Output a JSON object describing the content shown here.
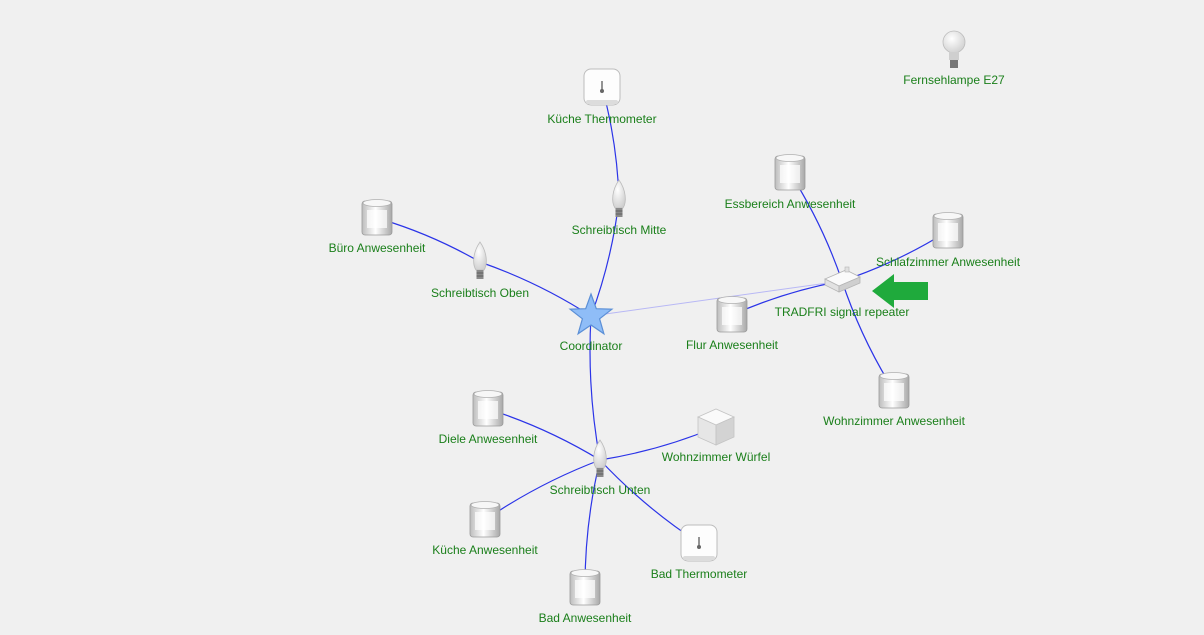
{
  "colors": {
    "background": "#f0f0f0",
    "link": "#2b34e8",
    "link_weak": "#b8b8f5",
    "label": "#1a7f1a",
    "coordinator": "#8fbdf7",
    "arrow": "#1faa3c"
  },
  "nodes": [
    {
      "id": "coordinator",
      "label": "Coordinator",
      "icon": "star-icon"
    },
    {
      "id": "kuche-thermometer",
      "label": "Küche Thermometer",
      "icon": "thermometer-sensor-icon"
    },
    {
      "id": "schreibtisch-mitte",
      "label": "Schreibtisch Mitte",
      "icon": "candle-bulb-icon"
    },
    {
      "id": "buro-anwesenheit",
      "label": "Büro Anwesenheit",
      "icon": "motion-sensor-icon"
    },
    {
      "id": "schreibtisch-oben",
      "label": "Schreibtisch Oben",
      "icon": "candle-bulb-icon"
    },
    {
      "id": "fernsehlampe",
      "label": "Fernsehlampe E27",
      "icon": "light-bulb-icon"
    },
    {
      "id": "essbereich-anwesenheit",
      "label": "Essbereich Anwesenheit",
      "icon": "motion-sensor-icon"
    },
    {
      "id": "schlafzimmer-anwesenheit",
      "label": "Schlafzimmer Anwesenheit",
      "icon": "motion-sensor-icon"
    },
    {
      "id": "tradfri-repeater",
      "label": "TRADFRI signal repeater",
      "icon": "repeater-icon"
    },
    {
      "id": "flur-anwesenheit",
      "label": "Flur Anwesenheit",
      "icon": "motion-sensor-icon"
    },
    {
      "id": "wohnzimmer-anwesenheit",
      "label": "Wohnzimmer Anwesenheit",
      "icon": "motion-sensor-icon"
    },
    {
      "id": "diele-anwesenheit",
      "label": "Diele Anwesenheit",
      "icon": "motion-sensor-icon"
    },
    {
      "id": "schreibtisch-unten",
      "label": "Schreibtisch Unten",
      "icon": "candle-bulb-icon"
    },
    {
      "id": "wohnzimmer-wurfel",
      "label": "Wohnzimmer Würfel",
      "icon": "cube-icon"
    },
    {
      "id": "kuche-anwesenheit",
      "label": "Küche Anwesenheit",
      "icon": "motion-sensor-icon"
    },
    {
      "id": "bad-thermometer",
      "label": "Bad Thermometer",
      "icon": "thermometer-sensor-icon"
    },
    {
      "id": "bad-anwesenheit",
      "label": "Bad Anwesenheit",
      "icon": "motion-sensor-icon"
    }
  ],
  "links": [
    {
      "from": "coordinator",
      "to": "schreibtisch-mitte",
      "strength": "strong"
    },
    {
      "from": "schreibtisch-mitte",
      "to": "kuche-thermometer",
      "strength": "strong"
    },
    {
      "from": "coordinator",
      "to": "schreibtisch-oben",
      "strength": "strong"
    },
    {
      "from": "schreibtisch-oben",
      "to": "buro-anwesenheit",
      "strength": "strong"
    },
    {
      "from": "coordinator",
      "to": "tradfri-repeater",
      "strength": "weak"
    },
    {
      "from": "tradfri-repeater",
      "to": "essbereich-anwesenheit",
      "strength": "strong"
    },
    {
      "from": "tradfri-repeater",
      "to": "schlafzimmer-anwesenheit",
      "strength": "strong"
    },
    {
      "from": "tradfri-repeater",
      "to": "flur-anwesenheit",
      "strength": "strong"
    },
    {
      "from": "tradfri-repeater",
      "to": "wohnzimmer-anwesenheit",
      "strength": "strong"
    },
    {
      "from": "coordinator",
      "to": "schreibtisch-unten",
      "strength": "strong"
    },
    {
      "from": "schreibtisch-unten",
      "to": "diele-anwesenheit",
      "strength": "strong"
    },
    {
      "from": "schreibtisch-unten",
      "to": "wohnzimmer-wurfel",
      "strength": "strong"
    },
    {
      "from": "schreibtisch-unten",
      "to": "kuche-anwesenheit",
      "strength": "strong"
    },
    {
      "from": "schreibtisch-unten",
      "to": "bad-thermometer",
      "strength": "strong"
    },
    {
      "from": "schreibtisch-unten",
      "to": "bad-anwesenheit",
      "strength": "strong"
    }
  ],
  "highlight": {
    "target": "tradfri-repeater",
    "icon": "arrow-left-icon"
  }
}
